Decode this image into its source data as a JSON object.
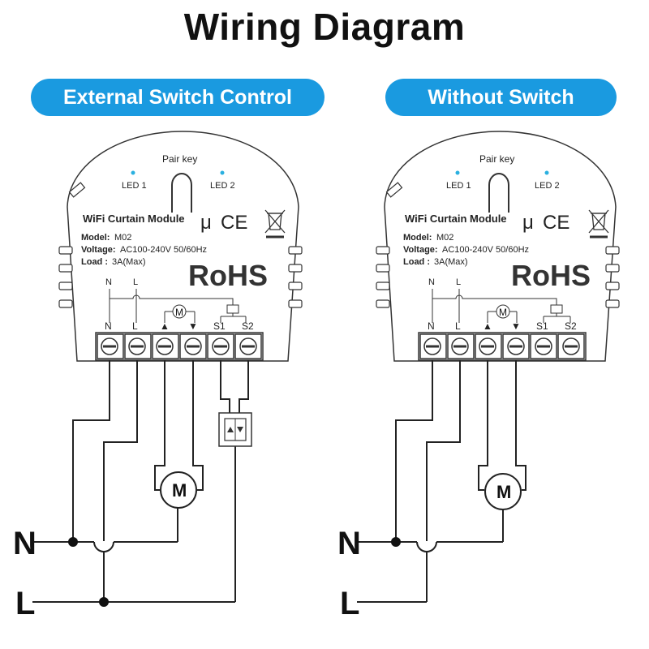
{
  "title": "Wiring Diagram",
  "panels": [
    {
      "heading": "External Switch Control",
      "module": {
        "pair_key": "Pair key",
        "led1": "LED 1",
        "led2": "LED 2",
        "name": "WiFi Curtain Module",
        "model_label": "Model:",
        "model_value": "M02",
        "voltage_label": "Voltage:",
        "voltage_value": "AC100-240V  50/60Hz",
        "load_label": "Load :",
        "load_value": "3A(Max)",
        "rohs": "RoHS",
        "cert_mu": "μ",
        "cert_ce": "CE",
        "wire_n": "N",
        "wire_l": "L",
        "terminals": [
          "N",
          "L",
          "▲",
          "▼",
          "S1",
          "S2"
        ]
      },
      "motor_label": "M",
      "line_n": "N",
      "line_l": "L",
      "switch_label": "▲|▼"
    },
    {
      "heading": "Without Switch",
      "module": {
        "pair_key": "Pair key",
        "led1": "LED 1",
        "led2": "LED 2",
        "name": "WiFi Curtain Module",
        "model_label": "Model:",
        "model_value": "M02",
        "voltage_label": "Voltage:",
        "voltage_value": "AC100-240V  50/60Hz",
        "load_label": "Load :",
        "load_value": "3A(Max)",
        "rohs": "RoHS",
        "cert_mu": "μ",
        "cert_ce": "CE",
        "wire_n": "N",
        "wire_l": "L",
        "terminals": [
          "N",
          "L",
          "▲",
          "▼",
          "S1",
          "S2"
        ]
      },
      "motor_label": "M",
      "line_n": "N",
      "line_l": "L"
    }
  ]
}
